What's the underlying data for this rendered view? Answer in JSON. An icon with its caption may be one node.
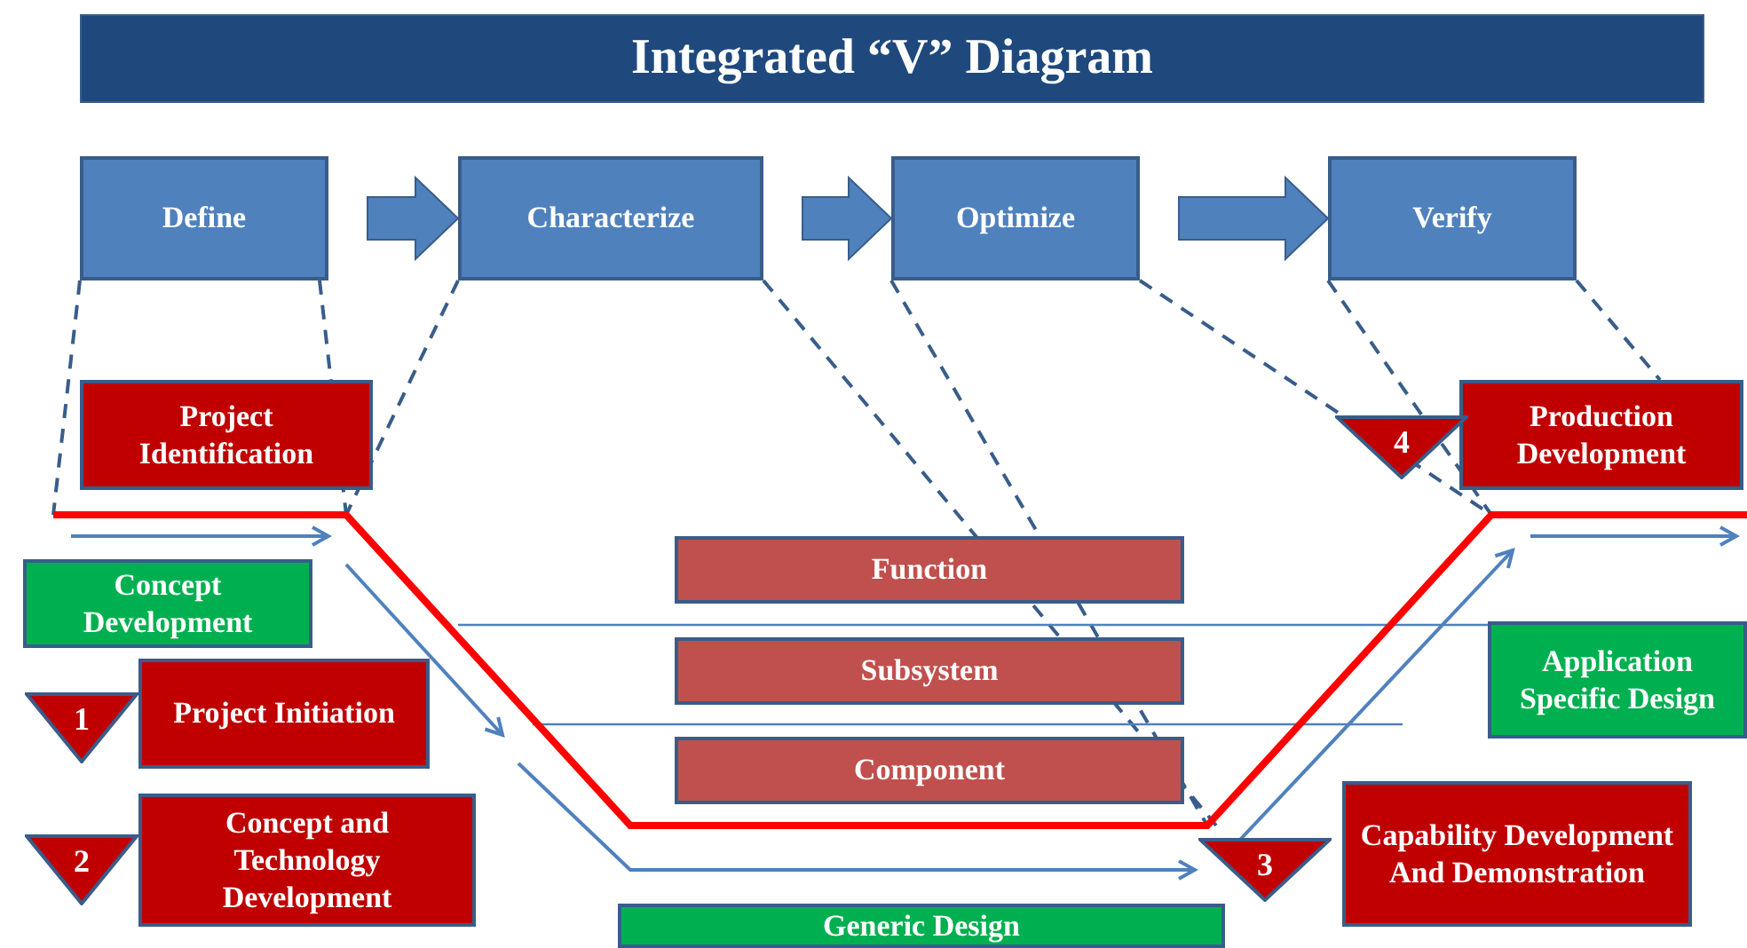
{
  "diagram": {
    "title": "Integrated “V” Diagram",
    "nodes": [
      {
        "text": [
          "Define"
        ]
      },
      {
        "text": [
          "Characterize"
        ]
      },
      {
        "text": [
          "Optimize"
        ]
      },
      {
        "text": [
          "Verify"
        ]
      },
      {
        "text": [
          "Project Identification"
        ]
      },
      {
        "text": [
          "Production Development"
        ]
      },
      {
        "text": [
          "Concept Development"
        ]
      },
      {
        "text": [
          "1"
        ]
      },
      {
        "text": [
          "Project Initiation"
        ]
      },
      {
        "text": [
          "2"
        ]
      },
      {
        "text": [
          "Concept and Technology Development"
        ]
      },
      {
        "text": [
          "Function"
        ]
      },
      {
        "text": [
          "Subsystem"
        ]
      },
      {
        "text": [
          "Component"
        ]
      },
      {
        "text": [
          "Application Specific Design"
        ]
      },
      {
        "text": [
          "3"
        ]
      },
      {
        "text": [
          "Capability Development And Demonstration"
        ]
      },
      {
        "text": [
          "Generic Design"
        ]
      },
      {
        "text": [
          "4"
        ]
      }
    ],
    "edges": [
      {
        "from": 0,
        "to": 1,
        "arrow": "to"
      },
      {
        "from": 1,
        "to": 2,
        "arrow": "to"
      },
      {
        "from": 2,
        "to": 3,
        "arrow": "to"
      }
    ]
  }
}
